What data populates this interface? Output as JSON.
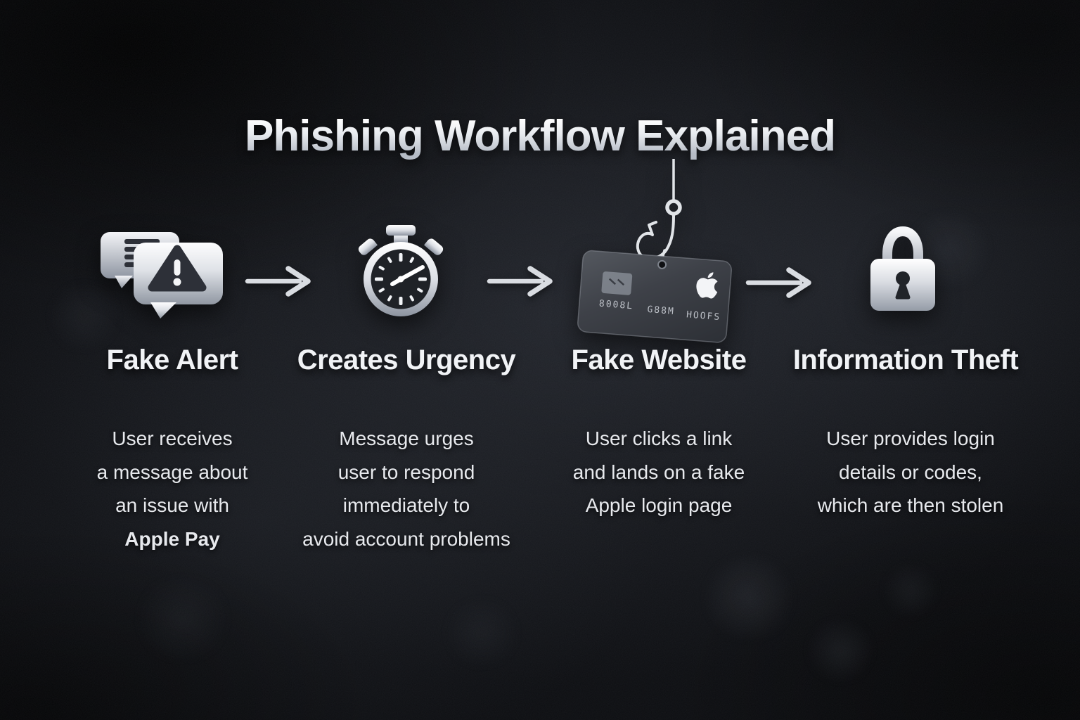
{
  "title": "Phishing Workflow Explained",
  "steps": [
    {
      "label": "Fake Alert",
      "icon": "alert-messages-icon",
      "desc": [
        "User receives",
        "a message about",
        "an issue with",
        "Apple Pay"
      ]
    },
    {
      "label": "Creates Urgency",
      "icon": "stopwatch-icon",
      "desc": [
        "Message urges",
        "user to respond",
        "immediately to",
        "avoid account problems"
      ]
    },
    {
      "label": "Fake Website",
      "icon": "hooked-card-icon",
      "desc": [
        "User clicks a link",
        "and lands on a fake",
        "Apple login page"
      ],
      "card_text": [
        "8008L",
        "G88M",
        "HOOFS"
      ]
    },
    {
      "label": "Information Theft",
      "icon": "padlock-icon",
      "desc": [
        "User provides login",
        "details or codes,",
        "which are then stolen"
      ]
    }
  ],
  "colors": {
    "background": "#0a0b0e",
    "text": "#e7e9ed",
    "icon_silver": "#c9cdd4",
    "icon_dark": "#2d3038",
    "arrow": "#d9dce1"
  }
}
